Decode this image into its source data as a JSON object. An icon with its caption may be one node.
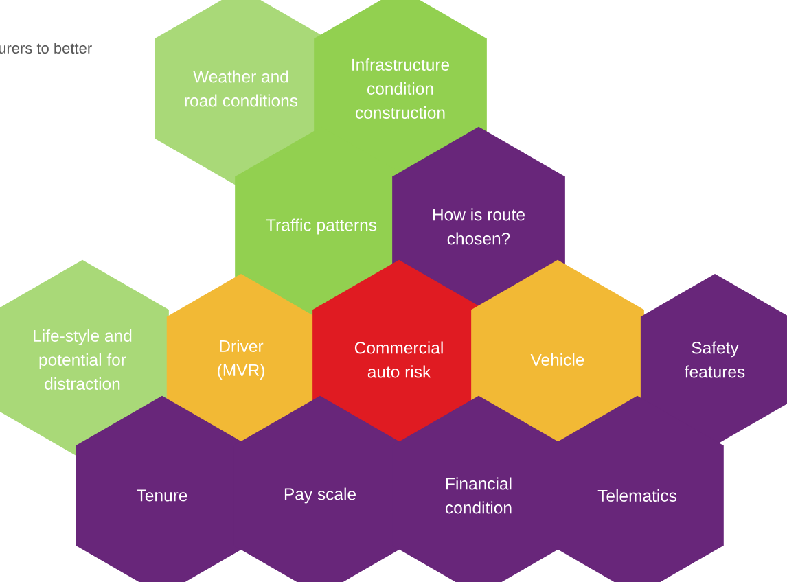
{
  "diagram": {
    "nodes": [
      {
        "text": [
          "Weather and road conditions"
        ]
      },
      {
        "text": [
          "Infrastructure condition construction"
        ]
      },
      {
        "text": [
          "Traffic patterns"
        ]
      },
      {
        "text": [
          "How is route chosen?"
        ]
      },
      {
        "text": [
          "Life-style and potential for distraction"
        ]
      },
      {
        "text": [
          "Driver (MVR)"
        ]
      },
      {
        "text": [
          "Commercial auto risk"
        ]
      },
      {
        "text": [
          "Vehicle"
        ]
      },
      {
        "text": [
          "Safety features"
        ]
      },
      {
        "text": [
          "Tenure"
        ]
      },
      {
        "text": [
          "Pay scale"
        ]
      },
      {
        "text": [
          "Financial condition"
        ]
      },
      {
        "text": [
          "Telematics"
        ]
      }
    ],
    "labels": [
      "urers to better"
    ]
  }
}
